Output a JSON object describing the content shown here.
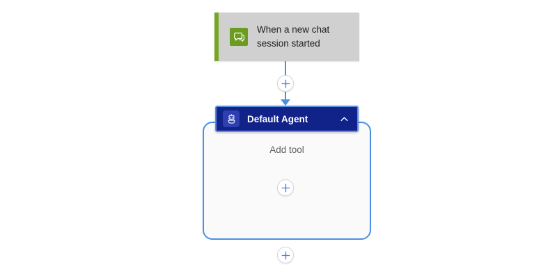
{
  "canvas": {
    "background_color": "#ffffff",
    "accent_blue": "#4a90e2",
    "agent_header_color": "#112389",
    "trigger_accent_color": "#77a525"
  },
  "trigger": {
    "icon_name": "chat-bubble-icon",
    "title": "When a new chat session started",
    "accent_color": "#77a525",
    "card_color": "#d0d0d0"
  },
  "connector": {
    "add_step_label": "+"
  },
  "agent": {
    "icon_name": "robot-icon",
    "title": "Default Agent",
    "collapse_icon": "chevron-up-icon",
    "body": {
      "add_tool_label": "Add tool",
      "add_tool_button_label": "+"
    }
  },
  "footer": {
    "add_step_button_label": "+"
  }
}
